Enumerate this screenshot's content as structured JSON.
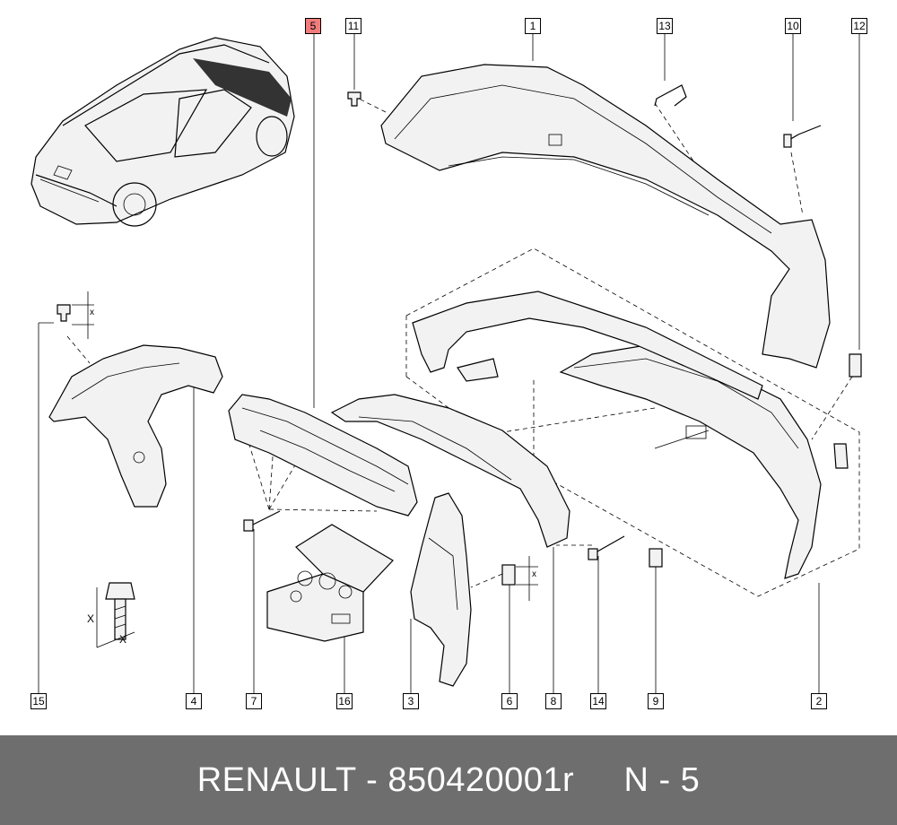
{
  "callouts": [
    {
      "id": "c1",
      "label": "1",
      "highlight": false
    },
    {
      "id": "c2",
      "label": "2",
      "highlight": false
    },
    {
      "id": "c3",
      "label": "3",
      "highlight": false
    },
    {
      "id": "c4",
      "label": "4",
      "highlight": false
    },
    {
      "id": "c5",
      "label": "5",
      "highlight": true
    },
    {
      "id": "c6",
      "label": "6",
      "highlight": false
    },
    {
      "id": "c7",
      "label": "7",
      "highlight": false
    },
    {
      "id": "c8",
      "label": "8",
      "highlight": false
    },
    {
      "id": "c9",
      "label": "9",
      "highlight": false
    },
    {
      "id": "c10",
      "label": "10",
      "highlight": false
    },
    {
      "id": "c11",
      "label": "11",
      "highlight": false
    },
    {
      "id": "c12",
      "label": "12",
      "highlight": false
    },
    {
      "id": "c13",
      "label": "13",
      "highlight": false
    },
    {
      "id": "c14",
      "label": "14",
      "highlight": false
    },
    {
      "id": "c15",
      "label": "15",
      "highlight": false
    },
    {
      "id": "c16",
      "label": "16",
      "highlight": false
    }
  ],
  "dimension_marks": {
    "top_left": "x",
    "middle": "x",
    "bolt_vertical": "X",
    "bolt_horizontal": "X"
  },
  "highlight_color": "#f27c7c",
  "footer": {
    "text": "RENAULT - 850420001r     N - 5"
  }
}
